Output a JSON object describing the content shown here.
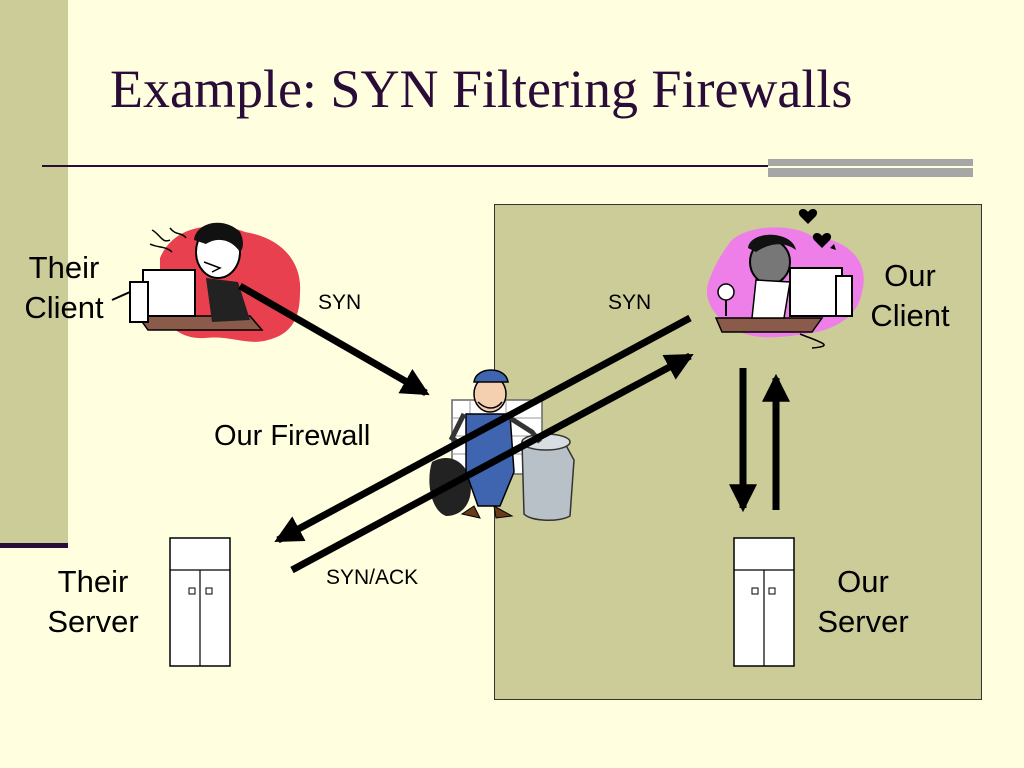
{
  "slide": {
    "title": "Example: SYN Filtering Firewalls"
  },
  "labels": {
    "their_client": "Their\nClient",
    "our_client": "Our\nClient",
    "their_server": "Their\nServer",
    "our_server": "Our\nServer",
    "our_firewall": "Our Firewall",
    "syn_left": "SYN",
    "syn_right": "SYN",
    "syn_ack": "SYN/ACK"
  },
  "colors": {
    "title": "#2a0c38",
    "background": "#ffffe0",
    "accent_panel": "#cccc99",
    "their_client_blob": "#e8404e",
    "our_client_blob": "#ee7ee8"
  }
}
